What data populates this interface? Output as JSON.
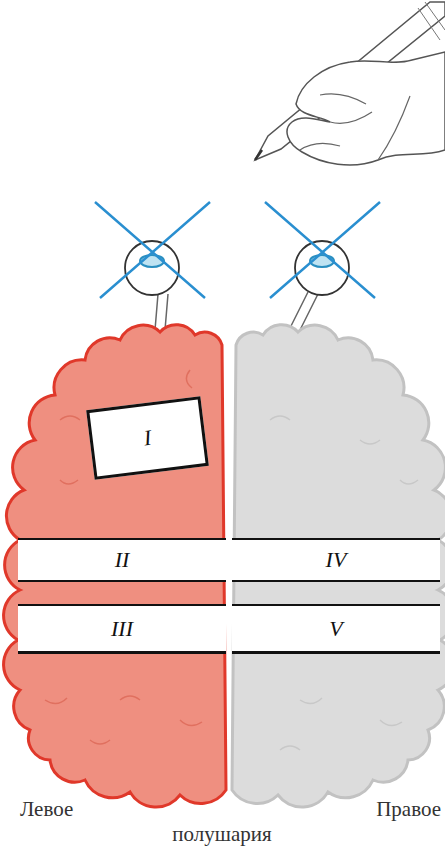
{
  "diagram": {
    "nodes": [
      {
        "text": [
          "I"
        ]
      },
      {
        "text": [
          "II"
        ]
      },
      {
        "text": [
          "III"
        ]
      },
      {
        "text": [
          "IV"
        ]
      },
      {
        "text": [
          "V"
        ]
      }
    ],
    "labels": [
      "Левое",
      "Правое",
      "полушария"
    ]
  }
}
